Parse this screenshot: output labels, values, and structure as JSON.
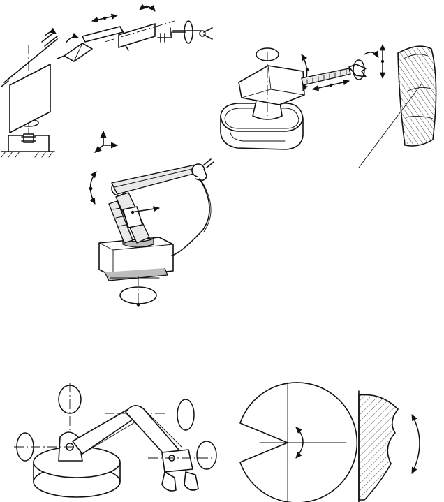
{
  "figure": {
    "panels": [
      {
        "id": "a",
        "content": "kinematic-scheme-of-manipulator"
      },
      {
        "id": "b",
        "content": "spherical-robot-and-workspace"
      },
      {
        "id": "c",
        "content": "articulated-robot-with-tool"
      },
      {
        "id": "d",
        "content": "jointed-arm-model"
      },
      {
        "id": "e",
        "content": "workspace-plan-view"
      },
      {
        "id": "f",
        "content": "workspace-section-view"
      }
    ]
  }
}
